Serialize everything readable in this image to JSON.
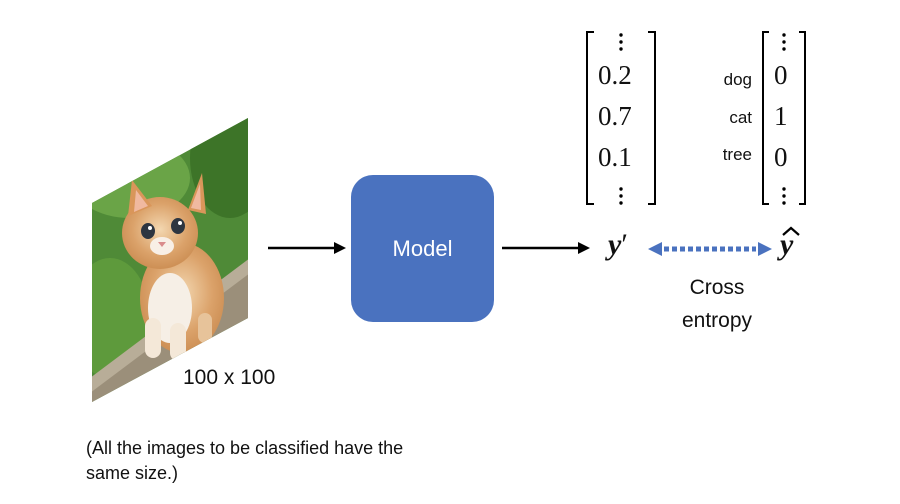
{
  "model": {
    "label": "Model"
  },
  "image": {
    "size_label": "100 x 100",
    "subject": "kitten-photo"
  },
  "caption": {
    "line1": "(All the images to be classified have the",
    "line2": "same size.)"
  },
  "prediction_vector": {
    "values": [
      "0.2",
      "0.7",
      "0.1"
    ],
    "symbol": "y",
    "prime": "′"
  },
  "target_vector": {
    "classes": [
      "dog",
      "cat",
      "tree"
    ],
    "values": [
      "0",
      "1",
      "0"
    ],
    "symbol": "y",
    "hat": "^"
  },
  "loss": {
    "line1": "Cross",
    "line2": "entropy"
  },
  "colors": {
    "model_fill": "#4a72bf",
    "double_arrow": "#4a72bf"
  }
}
